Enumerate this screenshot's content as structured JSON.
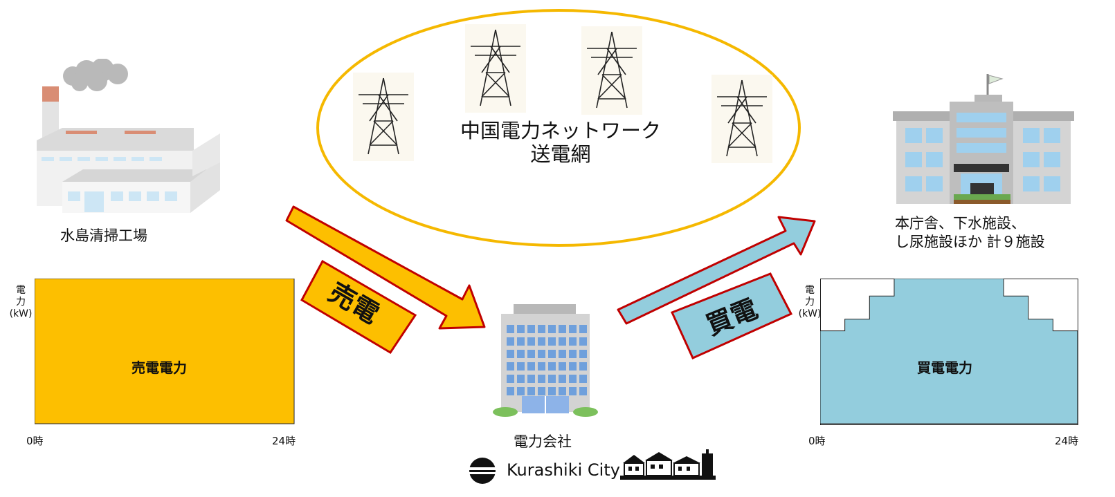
{
  "network": {
    "title_line1": "中国電力ネットワーク",
    "title_line2": "送電網"
  },
  "sources": {
    "incinerator": "水島清掃工場",
    "power_company": "電力会社",
    "facilities_line1": "本庁舎、下水施設、",
    "facilities_line2": "し尿施設ほか 計９施設"
  },
  "flows": {
    "sell": "売電",
    "buy": "買電"
  },
  "colors": {
    "sell": "#FDBF00",
    "buy": "#93CDDD",
    "arrow_border": "#C00000",
    "ellipse": "#F5B800"
  },
  "chart_data": [
    {
      "type": "area",
      "title": "",
      "inner_label": "売電電力",
      "ylabel_chars": [
        "電",
        "力"
      ],
      "ylabel_unit": "(kW)",
      "x_ticks": [
        "0時",
        "24時"
      ],
      "x": [
        0,
        24
      ],
      "values": [
        1,
        1
      ]
    },
    {
      "type": "area",
      "title": "",
      "inner_label": "買電電力",
      "ylabel_chars": [
        "電",
        "力"
      ],
      "ylabel_unit": "(kW)",
      "x_ticks": [
        "0時",
        "24時"
      ],
      "x": [
        0,
        2.3,
        4.6,
        6.9,
        17.1,
        19.4,
        21.7,
        24
      ],
      "values": [
        0.64,
        0.72,
        0.88,
        1.0,
        0.88,
        0.72,
        0.64,
        0.64
      ],
      "ylim": [
        0,
        1.0
      ]
    }
  ],
  "logo": {
    "text": "Kurashiki City"
  }
}
